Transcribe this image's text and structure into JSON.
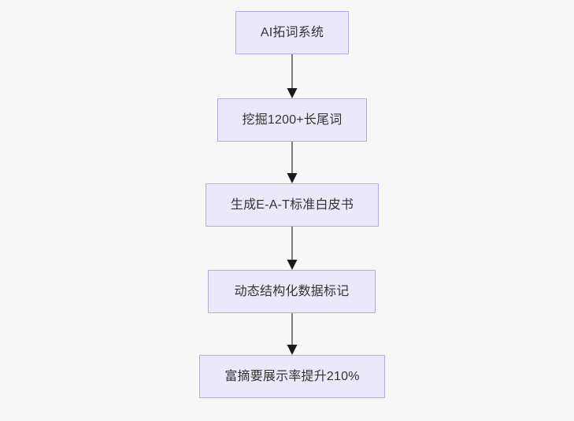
{
  "diagram": {
    "type": "flowchart",
    "orientation": "top-to-bottom",
    "background_color": "#f7f7f7",
    "node_fill_color": "#ebe8fc",
    "node_border_color": "#b8a7e0",
    "node_text_color": "#333333",
    "edge_line_color": "#7f7f7f",
    "edge_arrowhead_color": "#1a1a1a",
    "nodes": [
      {
        "id": "node-0",
        "label": "AI拓词系统"
      },
      {
        "id": "node-1",
        "label": "挖掘1200+长尾词"
      },
      {
        "id": "node-2",
        "label": "生成E-A-T标准白皮书"
      },
      {
        "id": "node-3",
        "label": "动态结构化数据标记"
      },
      {
        "id": "node-4",
        "label": "富摘要展示率提升210%"
      }
    ],
    "edges": [
      {
        "id": "edge-0-1",
        "from": "node-0",
        "to": "node-1",
        "label": ""
      },
      {
        "id": "edge-1-2",
        "from": "node-1",
        "to": "node-2",
        "label": ""
      },
      {
        "id": "edge-2-3",
        "from": "node-2",
        "to": "node-3",
        "label": ""
      },
      {
        "id": "edge-3-4",
        "from": "node-3",
        "to": "node-4",
        "label": ""
      }
    ]
  }
}
